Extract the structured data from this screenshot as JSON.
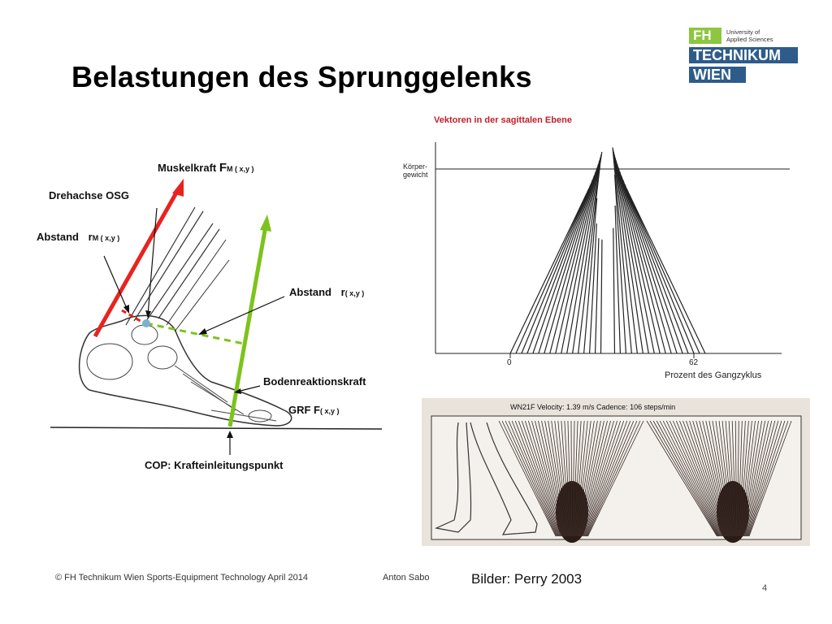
{
  "slide": {
    "title": "Belastungen des Sprunggelenks",
    "logo": {
      "fh": "FH",
      "university_line1": "University of",
      "university_line2": "Applied Sciences",
      "technikum": "TECHNIKUM",
      "wien": "WIEN"
    },
    "footer": {
      "copyright": "© FH Technikum Wien Sports-Equipment Technology April 2014",
      "author": "Anton Sabo"
    },
    "credit": "Bilder: Perry 2003",
    "page_number": "4"
  },
  "figure_foot": {
    "muskelkraft": "Muskelkraft",
    "fm": "F",
    "fm_sub": "M ( x,y )",
    "drehachse": "Drehachse  OSG",
    "abstand_left": "Abstand",
    "rm": "r",
    "rm_sub": "M ( x,y )",
    "abstand_right": "Abstand",
    "r": "r",
    "r_sub": "( x,y )",
    "bodenreaktionskraft": "Bodenreaktionskraft",
    "grf": "GRF  F",
    "grf_sub": "( x,y )",
    "cop": "COP:  Krafteinleitungspunkt"
  },
  "figure_vectors": {
    "title": "Vektoren in der sagittalen Ebene",
    "koerper1": "Körper-",
    "koerper2": "gewicht",
    "tick0": "0",
    "tick62": "62",
    "xlabel": "Prozent des Gangzyklus"
  },
  "figure_butterfly": {
    "header": "WN21F    Velocity:  1.39 m/s    Cadence:  106 steps/min"
  },
  "colors": {
    "muscle_force": "#e8231f",
    "grf": "#7dc31b",
    "logo_green": "#8dc63f",
    "logo_blue": "#2e5c8a",
    "vector_title": "#c0202a"
  }
}
